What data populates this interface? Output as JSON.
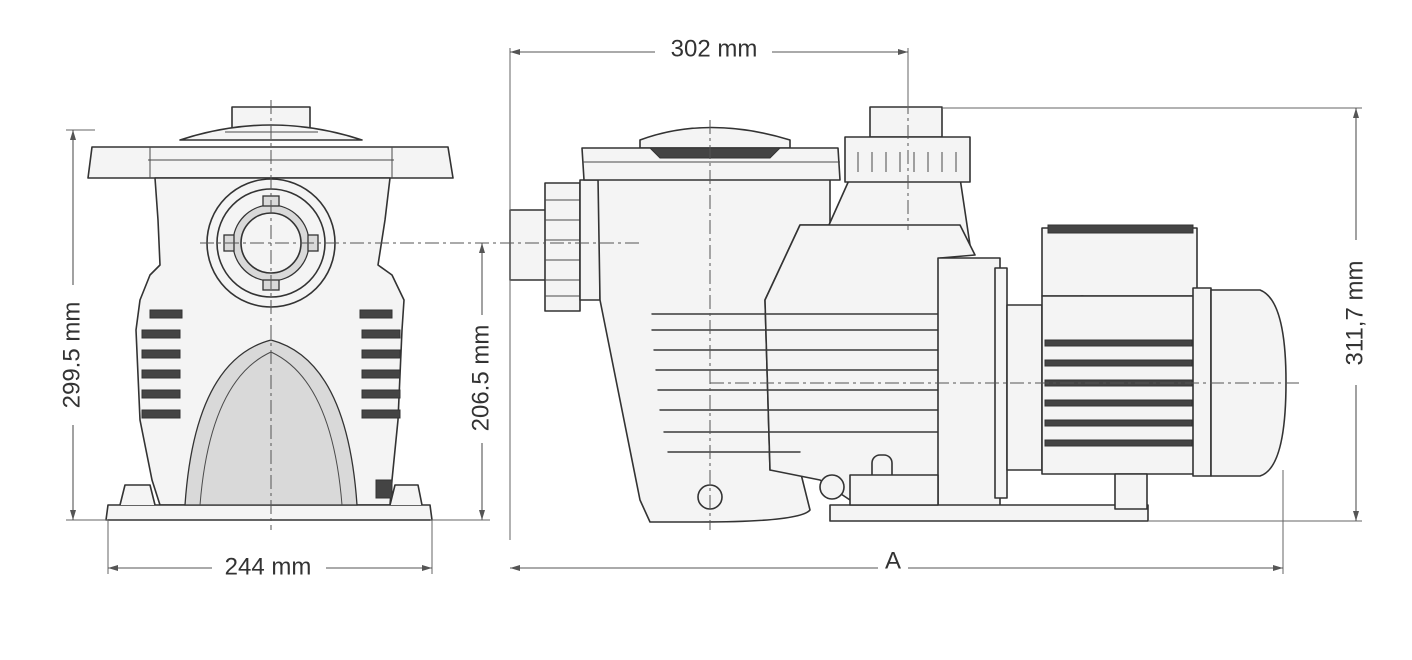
{
  "dimensions": {
    "width_front": "244 mm",
    "height_front": "299.5 mm",
    "inlet_height": "206.5 mm",
    "length_top": "302 mm",
    "height_side": "311,7 mm",
    "overall_length": "A"
  }
}
